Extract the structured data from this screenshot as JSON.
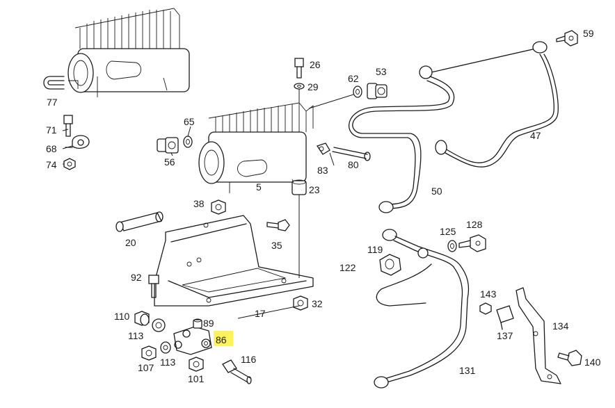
{
  "diagram": {
    "highlight_color": "#fff35c",
    "line_color": "#1a1a1a",
    "background": "#ffffff",
    "part_labels": {
      "p5": "5",
      "p17": "17",
      "p20": "20",
      "p23": "23",
      "p26": "26",
      "p29": "29",
      "p32": "32",
      "p35": "35",
      "p38": "38",
      "p47": "47",
      "p50": "50",
      "p53": "53",
      "p56": "56",
      "p59": "59",
      "p62": "62",
      "p65": "65",
      "p68": "68",
      "p71": "71",
      "p74": "74",
      "p77": "77",
      "p80": "80",
      "p83": "83",
      "p86": "86",
      "p89": "89",
      "p92": "92",
      "p101": "101",
      "p107": "107",
      "p110": "110",
      "p113a": "113",
      "p113b": "113",
      "p116": "116",
      "p119": "119",
      "p122": "122",
      "p125": "125",
      "p128": "128",
      "p131": "131",
      "p134": "134",
      "p137": "137",
      "p140": "140",
      "p143": "143"
    },
    "highlighted_part": "86"
  }
}
